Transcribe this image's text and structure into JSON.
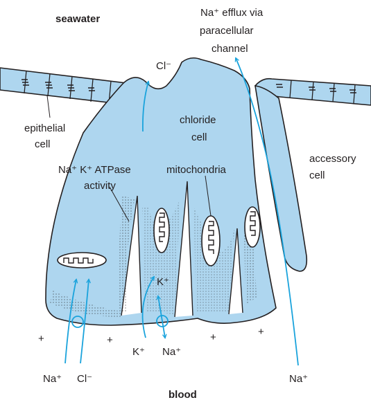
{
  "labels": {
    "seawater": "seawater",
    "na_efflux_line1": "Na⁺ efflux via",
    "na_efflux_line2": "paracellular",
    "na_efflux_line3": "channel",
    "cl_top": "Cl⁻",
    "epithelial_line1": "epithelial",
    "epithelial_line2": "cell",
    "chloride_line1": "chloride",
    "chloride_line2": "cell",
    "accessory_line1": "accessory",
    "accessory_line2": "cell",
    "atpase_line1": "Na⁺ K⁺ ATPase",
    "atpase_line2": "activity",
    "mitochondria": "mitochondria",
    "k_inside": "K⁺",
    "k_out": "K⁺",
    "na_out": "Na⁺",
    "na_bottom_left": "Na⁺",
    "cl_bottom": "Cl⁻",
    "na_bottom_right": "Na⁺",
    "blood": "blood",
    "plus": "+"
  },
  "colors": {
    "cell_fill": "#aed6ef",
    "arrow": "#1aa3dc",
    "outline": "#231f20"
  }
}
